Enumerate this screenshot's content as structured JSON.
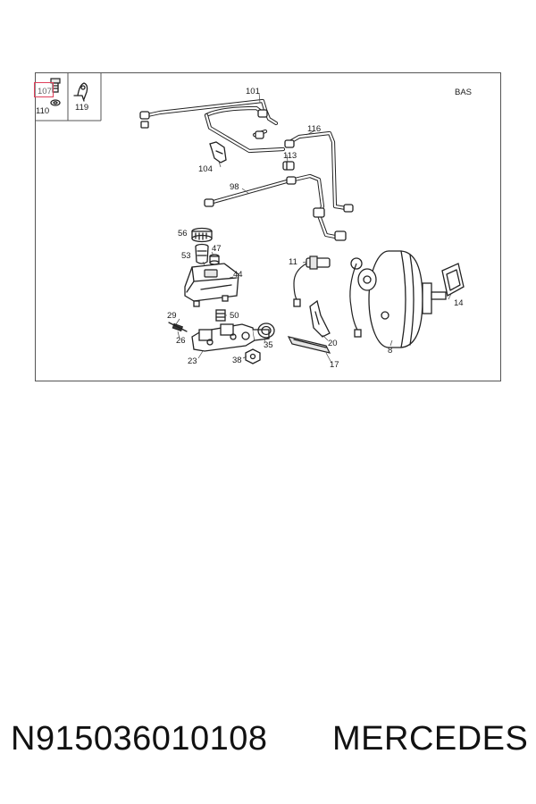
{
  "diagram": {
    "variant_label": "BAS",
    "highlighted_part": "107",
    "callouts": {
      "c107": "107",
      "c110": "110",
      "c119": "119",
      "c101": "101",
      "c116": "116",
      "c113": "113",
      "c104": "104",
      "c98": "98",
      "c56": "56",
      "c47": "47",
      "c53": "53",
      "c44": "44",
      "c11": "11",
      "c14": "14",
      "c29": "29",
      "c50": "50",
      "c26": "26",
      "c35": "35",
      "c23": "23",
      "c38": "38",
      "c20": "20",
      "c17": "17",
      "c8": "8"
    }
  },
  "footer": {
    "part_number": "N915036010108",
    "brand": "MERCEDES"
  }
}
